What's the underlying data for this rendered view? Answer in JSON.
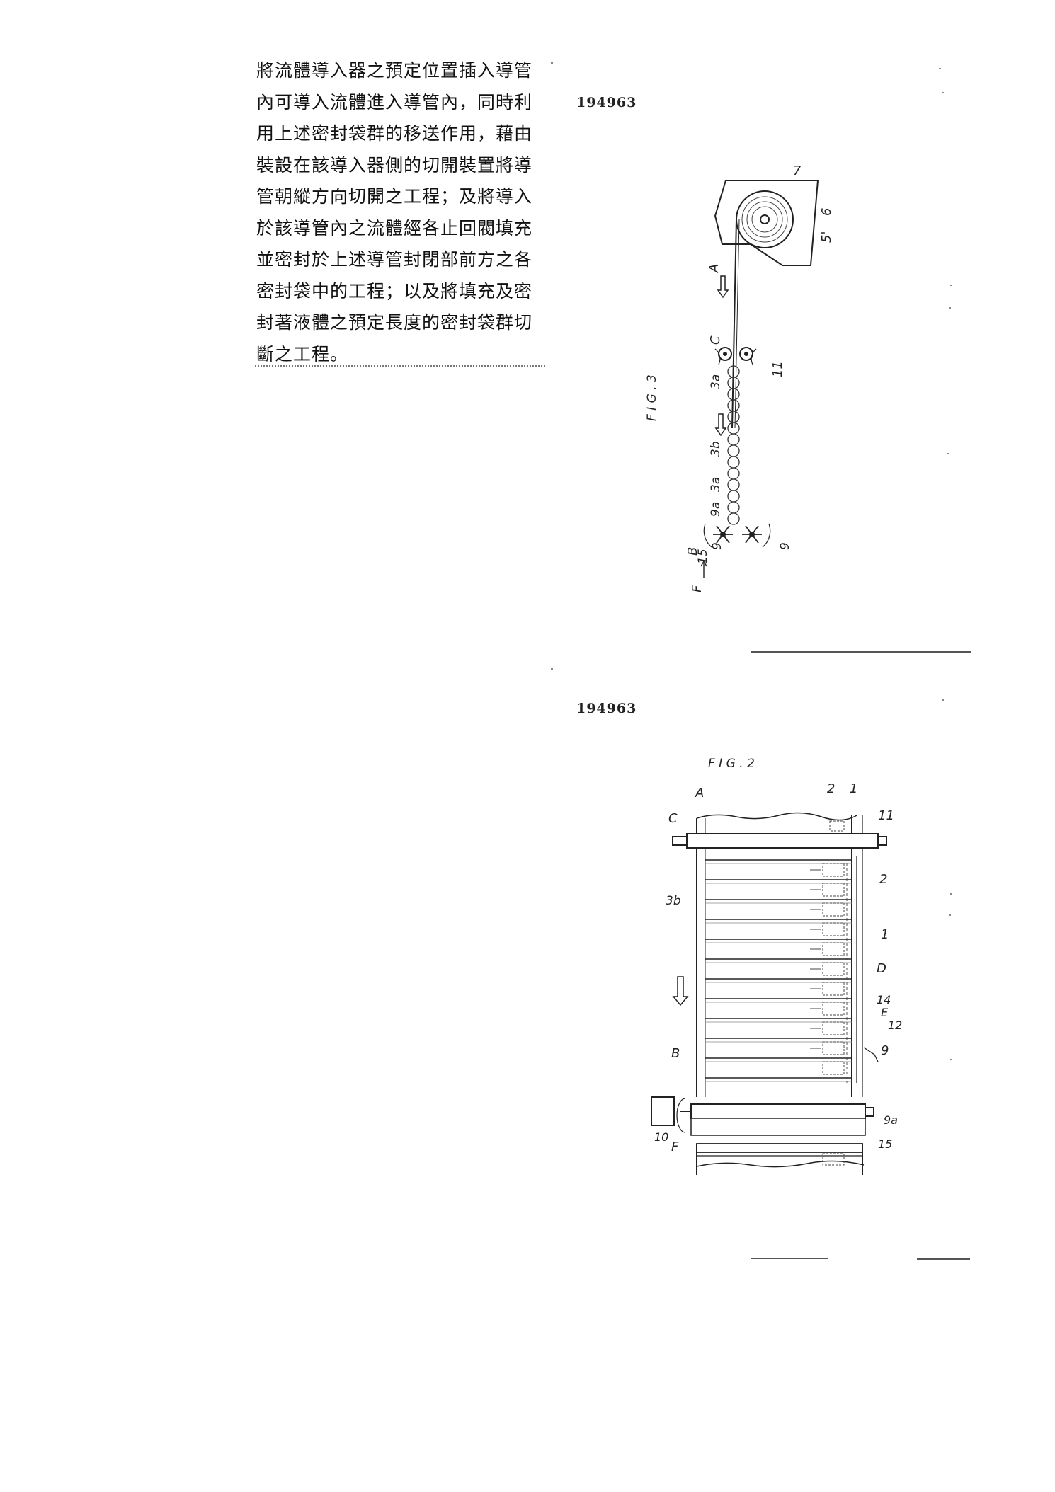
{
  "claim": {
    "lines": [
      "將流體導入器之預定位置插入導管",
      "內可導入流體進入導管內，同時利",
      "用上述密封袋群的移送作用，藉由",
      "裝設在該導入器側的切開裝置將導",
      "管朝縱方向切開之工程；及將導入",
      "於該導管內之流體經各止回閥填充",
      "並密封於上述導管封閉部前方之各",
      "密封袋中的工程；以及將填充及密",
      "封著液體之預定長度的密封袋群切",
      "斷之工程。"
    ]
  },
  "patent_number_1": "194963",
  "patent_number_2": "194963",
  "fig3": {
    "title": "F I G . 3",
    "labels": {
      "seven": "7",
      "six": "6",
      "five": "5'",
      "a": "A",
      "c": "C",
      "eleven": "11",
      "three_a_1": "3a",
      "three_b": "3b",
      "three_a_2": "3a",
      "nine_a": "9a",
      "b": "B",
      "fifteen": "15",
      "nine_l": "9",
      "nine_r": "9",
      "f": "F"
    }
  },
  "fig2": {
    "title": "F I G . 2",
    "labels": {
      "a": "A",
      "two_top": "2",
      "one_top": "1",
      "c": "C",
      "eleven": "11",
      "two_mid": "2",
      "three_b": "3b",
      "one_mid": "1",
      "d": "D",
      "fourteen": "14",
      "e": "E",
      "twelve": "12",
      "b": "B",
      "nine": "9",
      "ten": "10",
      "nine_a": "9a",
      "f": "F",
      "fifteen": "15"
    }
  }
}
